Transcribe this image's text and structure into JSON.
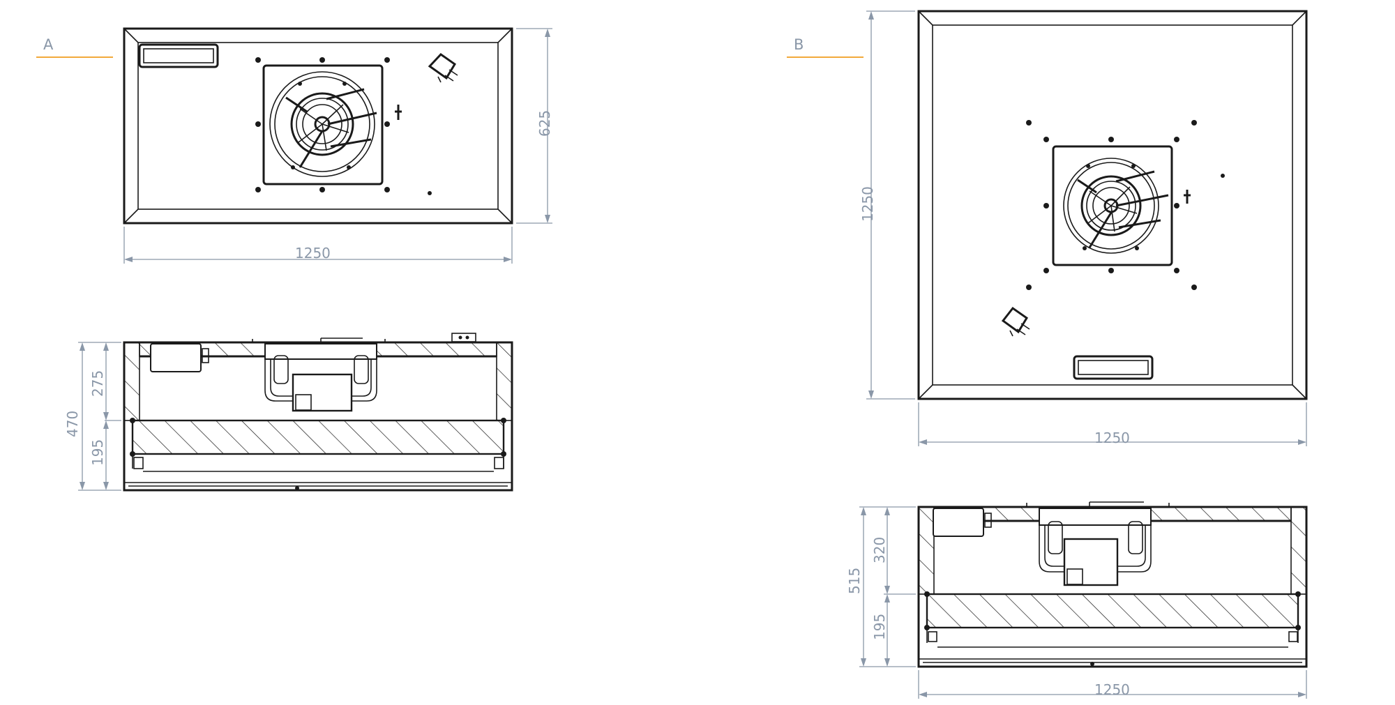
{
  "views": {
    "a": {
      "label": "A"
    },
    "b": {
      "label": "B"
    }
  },
  "dimensions": {
    "a_top_width": "1250",
    "a_top_depth": "625",
    "a_side_total": "470",
    "a_side_upper": "275",
    "a_side_lower": "195",
    "b_top_width": "1250",
    "b_top_depth": "1250",
    "b_side_width": "1250",
    "b_side_total": "515",
    "b_side_upper": "320",
    "b_side_lower": "195"
  },
  "colors": {
    "outline": "#1a1a1a",
    "dimension": "#8a97a8",
    "label_accent": "#f2a93b"
  }
}
